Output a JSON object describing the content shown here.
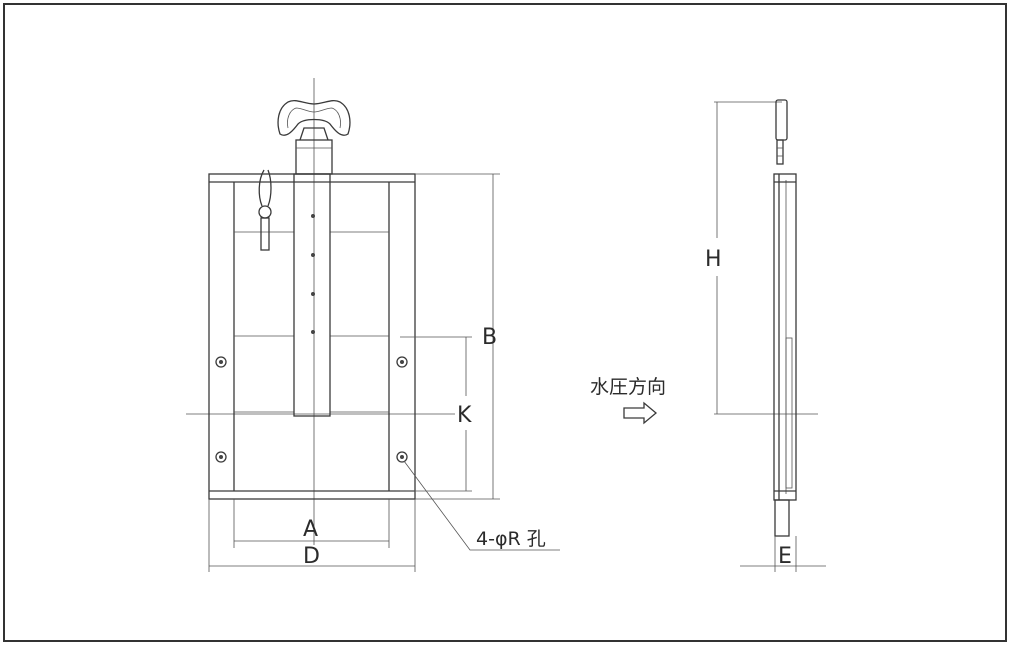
{
  "labels": {
    "A": "A",
    "B": "B",
    "D": "D",
    "K": "K",
    "H": "H",
    "E": "E",
    "hole_note": "4-φR 孔",
    "water_pressure": "水圧方向"
  },
  "icons": {
    "arrow": "hollow-right-arrow",
    "handle": "gate-handwheel"
  },
  "colors": {
    "line": "#3a3a3a",
    "frame_border": "#333333",
    "background": "#ffffff"
  }
}
